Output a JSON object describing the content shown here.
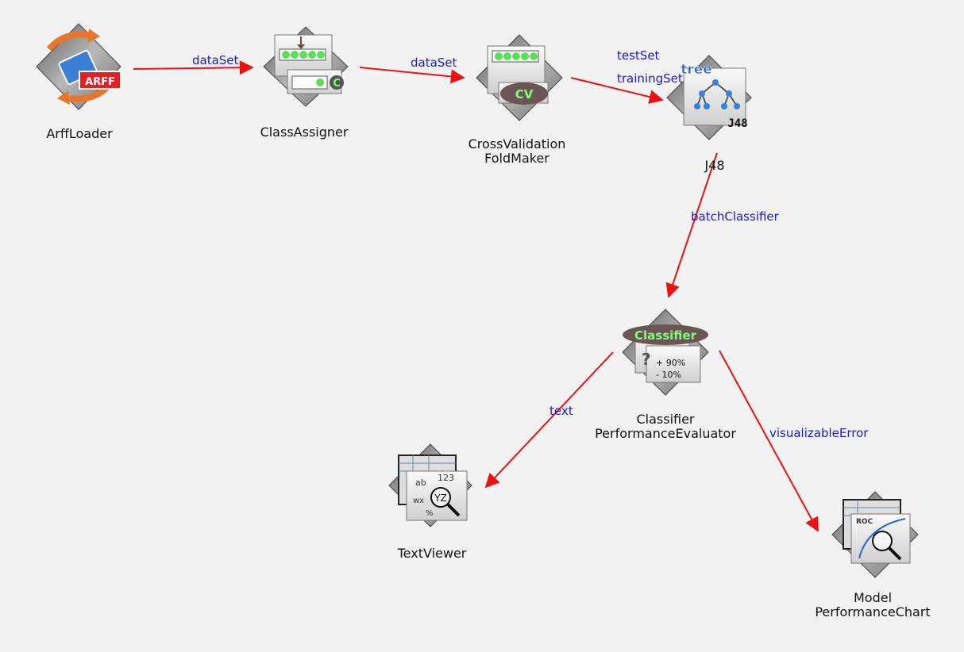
{
  "colors": {
    "background": "#f2f2f2",
    "edge": "#ee1111",
    "edge_label": "#1a1ad6",
    "node_label": "#111111"
  },
  "nodes": {
    "arff_loader": {
      "label": "ArffLoader",
      "icon": "arff-loader-icon",
      "badge": "ARFF"
    },
    "class_assigner": {
      "label": "ClassAssigner",
      "icon": "class-assigner-icon",
      "badge": "C"
    },
    "cv_foldmaker": {
      "label_line1": "CrossValidation",
      "label_line2": "FoldMaker",
      "icon": "cross-validation-icon",
      "badge": "CV"
    },
    "j48": {
      "label": "J48",
      "icon": "tree-classifier-icon",
      "badge": "J48",
      "badge_top": "tree"
    },
    "evaluator": {
      "label_line1": "Classifier",
      "label_line2": "PerformanceEvaluator",
      "icon": "classifier-evaluator-icon",
      "badge": "Classifier",
      "stat_plus": "+ 90%",
      "stat_minus": "- 10%",
      "question": "?"
    },
    "text_viewer": {
      "label": "TextViewer",
      "icon": "text-viewer-icon",
      "glyph_ab": "ab",
      "glyph_123": "123",
      "glyph_wx": "wx",
      "glyph_yz": "YZ",
      "glyph_pct": "%"
    },
    "perf_chart": {
      "label_line1": "Model",
      "label_line2": "PerformanceChart",
      "icon": "roc-chart-icon",
      "badge": "ROC"
    }
  },
  "edges": {
    "arff_to_assigner": "dataSet",
    "assigner_to_cv": "dataSet",
    "cv_to_j48_test": "testSet",
    "cv_to_j48_train": "trainingSet",
    "j48_to_eval": "batchClassifier",
    "eval_to_text": "text",
    "eval_to_chart": "visualizableError"
  }
}
